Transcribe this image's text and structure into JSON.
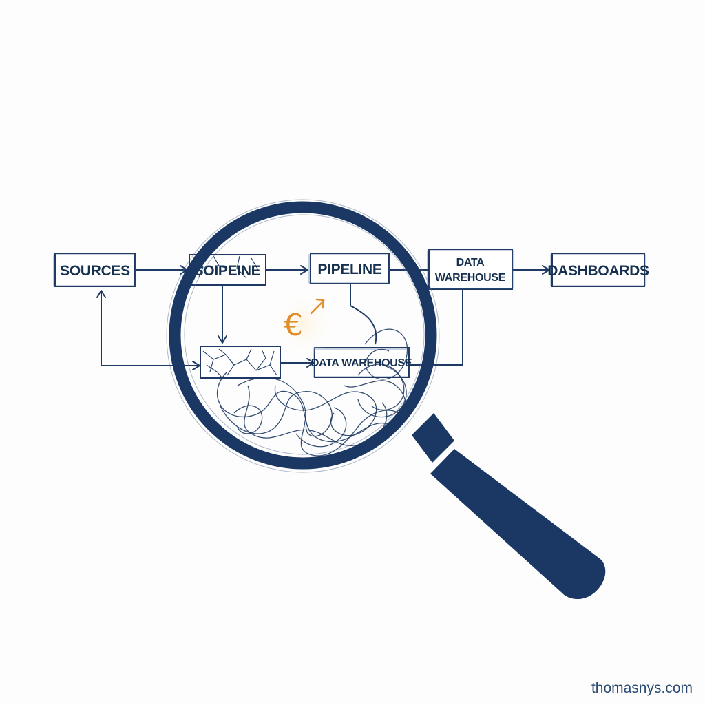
{
  "diagram": {
    "nodes": {
      "sources": "SOURCES",
      "broken_pipeline": "SOIPEINE",
      "pipeline": "PIPELINE",
      "warehouse_top_line1": "DATA",
      "warehouse_top_line2": "WAREHOUSE",
      "dashboards": "DASHBOARDS",
      "warehouse_inner": "DATA WAREHOUSE"
    },
    "magnifier": {
      "highlight_symbol": "€",
      "highlight_color": "#e08e2b"
    },
    "colors": {
      "ink": "#1e3a64",
      "lens": "#1b3864",
      "accent": "#e08e2b"
    }
  },
  "footer": {
    "watermark": "thomasnys.com"
  }
}
